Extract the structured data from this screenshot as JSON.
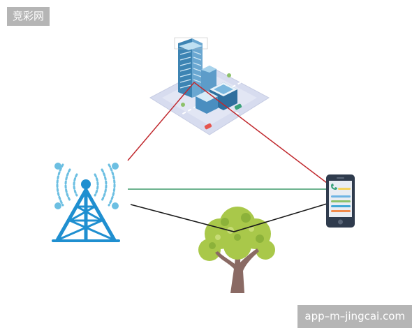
{
  "watermark_top": "竞彩网",
  "watermark_bottom": "app–m–jingcai.com",
  "icons": {
    "building": "city-building-icon",
    "tower": "signal-tower-icon",
    "phone": "smartphone-icon",
    "tree": "tree-icon"
  },
  "paths": [
    {
      "name": "reflected-path",
      "via": "building",
      "color": "#c0282d"
    },
    {
      "name": "direct-path",
      "via": "none",
      "color": "#3f9a6a"
    },
    {
      "name": "diffracted-path",
      "via": "tree",
      "color": "#1a1a1a"
    }
  ],
  "colors": {
    "tower": "#1f8fd0",
    "tower_waves": "#6cbfe2",
    "phone_body": "#2f3b4d",
    "tree_foliage": "#a9c84a",
    "tree_trunk": "#8a6a64",
    "ground_plate": "#d7dcef",
    "badge": "#b5b5b5"
  }
}
